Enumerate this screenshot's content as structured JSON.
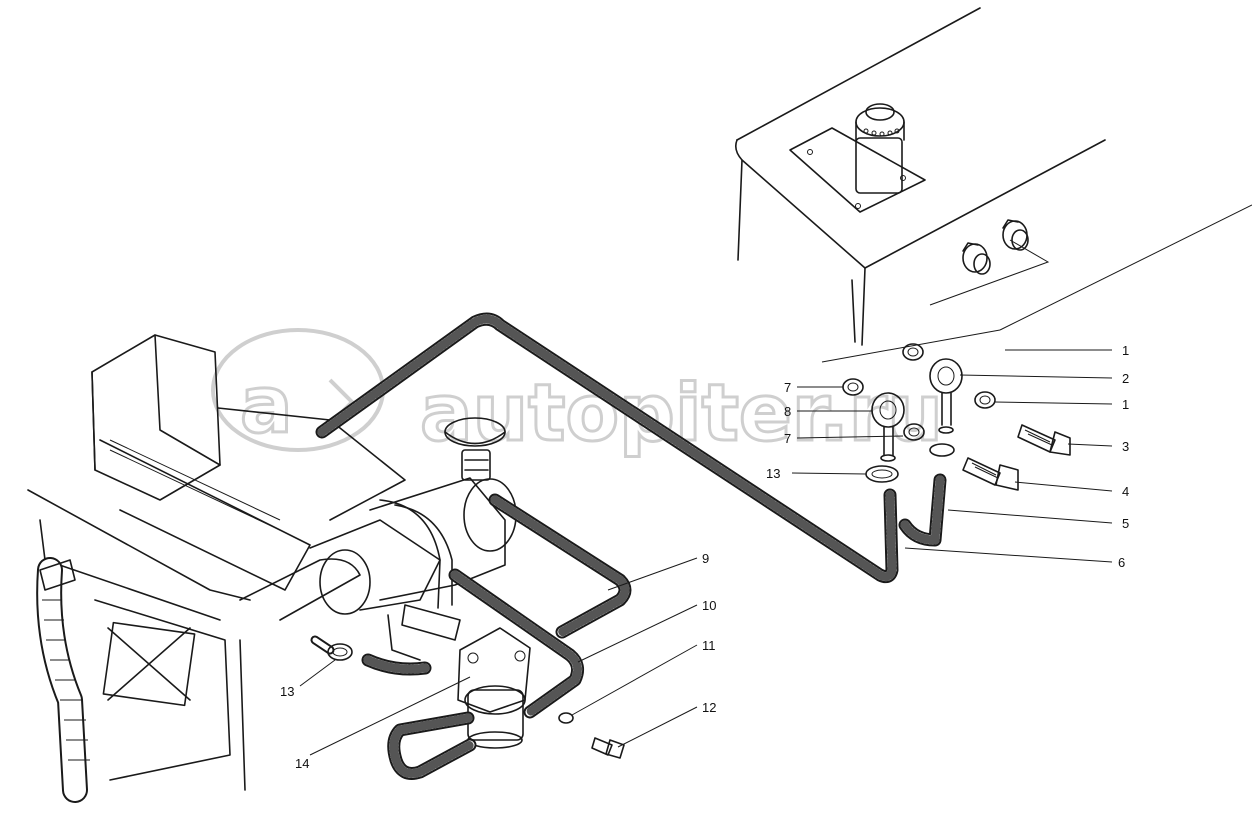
{
  "watermark": {
    "text": "autopiter.ru"
  },
  "callouts": {
    "c1a": "1",
    "c2": "2",
    "c1b": "1",
    "c3": "3",
    "c4": "4",
    "c5": "5",
    "c6": "6",
    "c7a": "7",
    "c8": "8",
    "c7b": "7",
    "c13a": "13",
    "c9": "9",
    "c10": "10",
    "c11": "11",
    "c12": "12",
    "c13b": "13",
    "c14": "14"
  }
}
